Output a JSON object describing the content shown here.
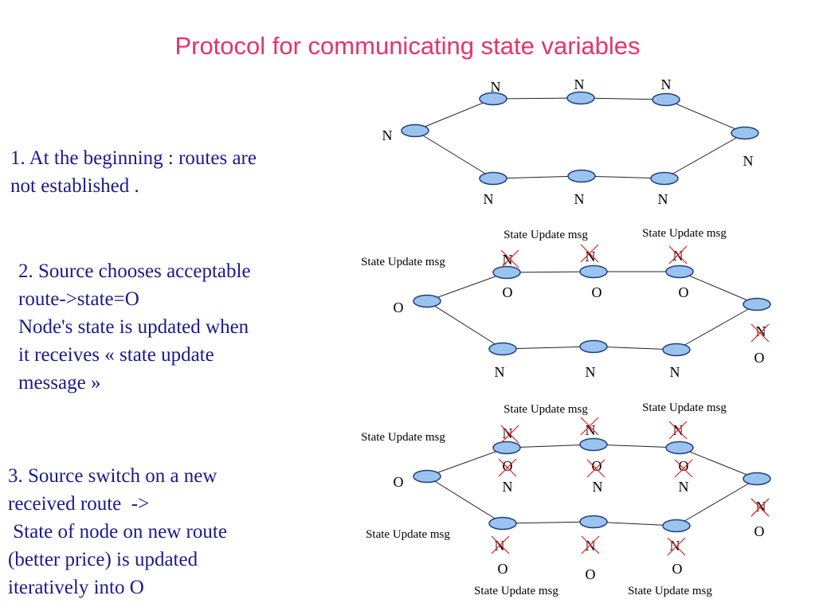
{
  "title": "Protocol for communicating state variables",
  "steps": [
    {
      "text": "1. At the beginning : routes are\nnot established ."
    },
    {
      "text": "2. Source chooses acceptable\nroute->state=O\nNode's state is updated when\nit receives « state update\nmessage »"
    },
    {
      "text": "3. Source switch on a new\nreceived route  ->\n State of node on new route\n(better price) is updated\niteratively into O"
    }
  ],
  "colors": {
    "title": "#e8336a",
    "text": "#1a1a8c",
    "node_fill": "#9ac3ef",
    "node_stroke": "#1f3f7a",
    "cross": "#e02020"
  },
  "diagrams": [
    {
      "labels": [
        {
          "t": "N"
        },
        {
          "t": "N"
        },
        {
          "t": "N"
        },
        {
          "t": "N"
        },
        {
          "t": "N"
        },
        {
          "t": "N"
        },
        {
          "t": "N"
        },
        {
          "t": "N"
        }
      ],
      "crosses": []
    },
    {
      "labels": [
        {
          "t": "State Update msg"
        },
        {
          "t": "State Update msg"
        },
        {
          "t": "State Update msg"
        },
        {
          "t": "N"
        },
        {
          "t": "N"
        },
        {
          "t": "N"
        },
        {
          "t": "O"
        },
        {
          "t": "O"
        },
        {
          "t": "O"
        },
        {
          "t": "O"
        },
        {
          "t": "N"
        },
        {
          "t": "O"
        },
        {
          "t": "N"
        },
        {
          "t": "N"
        },
        {
          "t": "N"
        }
      ],
      "crosses": [
        {},
        {},
        {},
        {}
      ]
    },
    {
      "labels": [
        {
          "t": "State Update msg"
        },
        {
          "t": "State Update msg"
        },
        {
          "t": "State Update msg"
        },
        {
          "t": "N"
        },
        {
          "t": "N"
        },
        {
          "t": "N"
        },
        {
          "t": "O"
        },
        {
          "t": "O"
        },
        {
          "t": "O"
        },
        {
          "t": "N"
        },
        {
          "t": "N"
        },
        {
          "t": "N"
        },
        {
          "t": "O"
        },
        {
          "t": "N"
        },
        {
          "t": "O"
        },
        {
          "t": "State Update msg"
        },
        {
          "t": "N"
        },
        {
          "t": "N"
        },
        {
          "t": "N"
        },
        {
          "t": "O"
        },
        {
          "t": "O"
        },
        {
          "t": "O"
        },
        {
          "t": "State Update msg"
        },
        {
          "t": "State Update msg"
        }
      ],
      "crosses": [
        {},
        {},
        {},
        {},
        {},
        {},
        {},
        {},
        {},
        {},
        {}
      ]
    }
  ]
}
